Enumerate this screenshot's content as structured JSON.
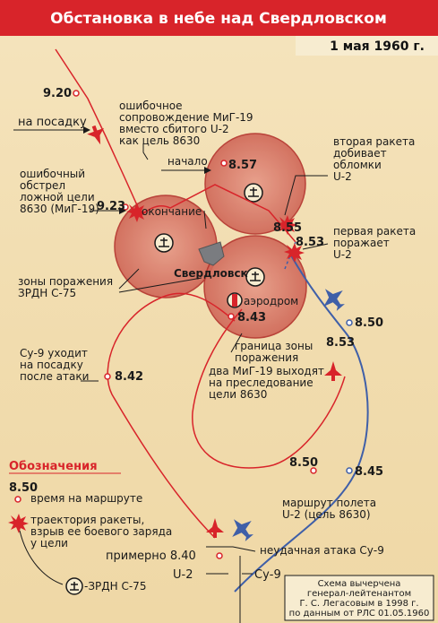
{
  "title": "Обстановка в небе над Свердловском",
  "date": "1 мая 1960 г.",
  "labels": {
    "t920": "9.20",
    "na_posadku": "на посадку",
    "err_escort_1": "ошибочное",
    "err_escort_2": "сопровождение МиГ-19",
    "err_escort_3": "вместо сбитого U-2",
    "err_escort_4": "как цель 8630",
    "nachalo": "начало",
    "t857": "8.57",
    "vtoraya_1": "вторая ракета",
    "vtoraya_2": "добивает",
    "vtoraya_3": "обломки",
    "vtoraya_4": "U-2",
    "err_fire_1": "ошибочный",
    "err_fire_2": "обстрел",
    "err_fire_3": "ложной цели",
    "err_fire_4": "8630 (МиГ-19)",
    "t923": "9.23",
    "okonchanie": "окончание",
    "t855": "8.55",
    "t853a": "8.53",
    "pervaya_1": "первая ракета",
    "pervaya_2": "поражает",
    "pervaya_3": "U-2",
    "city": "Свердловск",
    "zones_1": "зоны поражения",
    "zones_2": "ЗРДН С-75",
    "aerodrom": "аэродром",
    "t843": "8.43",
    "t850a": "8.50",
    "t853b": "8.53",
    "granica_1": "граница зоны",
    "granica_2": "поражения",
    "su9_1": "Су-9 уходит",
    "su9_2": "на посадку",
    "su9_3": "после атаки",
    "t842": "8.42",
    "two_mig_1": "два МиГ-19 выходят",
    "two_mig_2": "на преследование",
    "two_mig_3": "цели 8630",
    "t850b": "8.50",
    "t845": "8.45",
    "marshrut_1": "маршрут полета",
    "marshrut_2": "U-2 (цель 8630)",
    "primerno": "примерно 8.40",
    "neudach": "неудачная атака Су-9",
    "u2": "U-2",
    "su9": "Су-9"
  },
  "legend": {
    "heading": "Обозначения",
    "time_example": "8.50",
    "time_desc": "время на маршруте",
    "rocket_1": "траектория ракеты,",
    "rocket_2": "взрыв ее боевого заряда",
    "rocket_3": "у цели",
    "sam": "-ЗРДН С-75"
  },
  "credit": {
    "line1": "Схема вычерчена",
    "line2": "генерал-лейтенантом",
    "line3": "Г. С. Легасовым в 1998 г.",
    "line4": "по данным от РЛС 01.05.1960"
  },
  "colors": {
    "zone_fill": "#d9796a",
    "zone_stroke": "#b3322c",
    "route_blue": "#3f5fa8",
    "route_red": "#d8242a",
    "title_bg": "#d8242a"
  },
  "icons": [
    "sam-site-icon",
    "aircraft-icon",
    "missile-trajectory-icon",
    "explosion-icon",
    "aerodrome-icon"
  ]
}
